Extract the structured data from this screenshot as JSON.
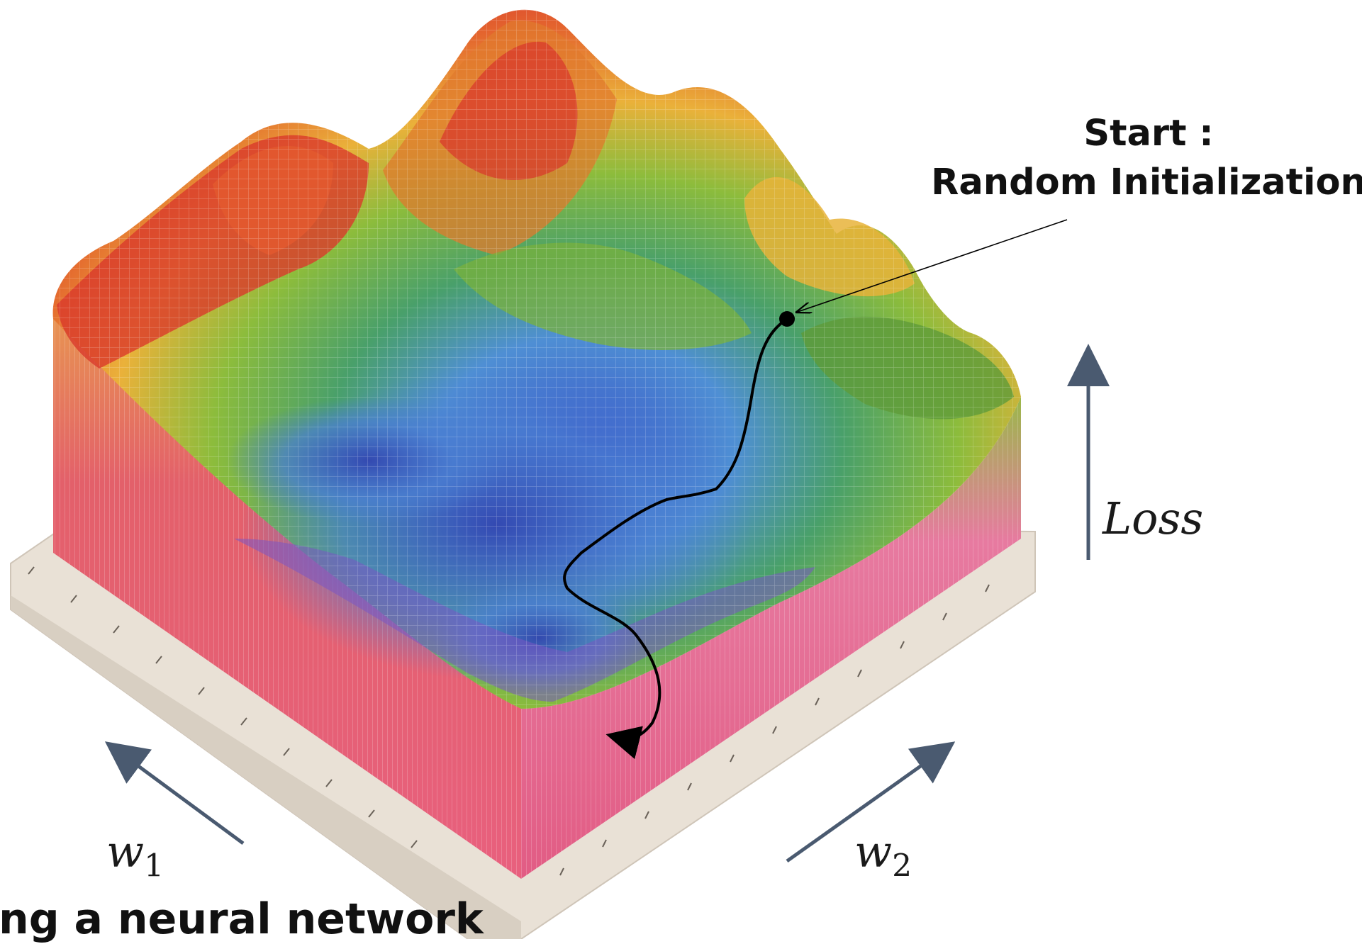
{
  "annotations": {
    "start_line1": "Start :",
    "start_line2": "Random Initialization",
    "loss_label": "Loss",
    "w1_label": "w",
    "w1_sub": "1",
    "w2_label": "w",
    "w2_sub": "2",
    "caption": "ng a neural network"
  },
  "colors": {
    "axis_arrow": "#4a5a70",
    "path": "#000000",
    "base": "#e9e1d6",
    "surface_high": "#d8322e",
    "surface_mid": "#e9b63a",
    "surface_green": "#4e9a3a",
    "surface_low": "#3d5fc0",
    "wall": "#e8607e"
  }
}
